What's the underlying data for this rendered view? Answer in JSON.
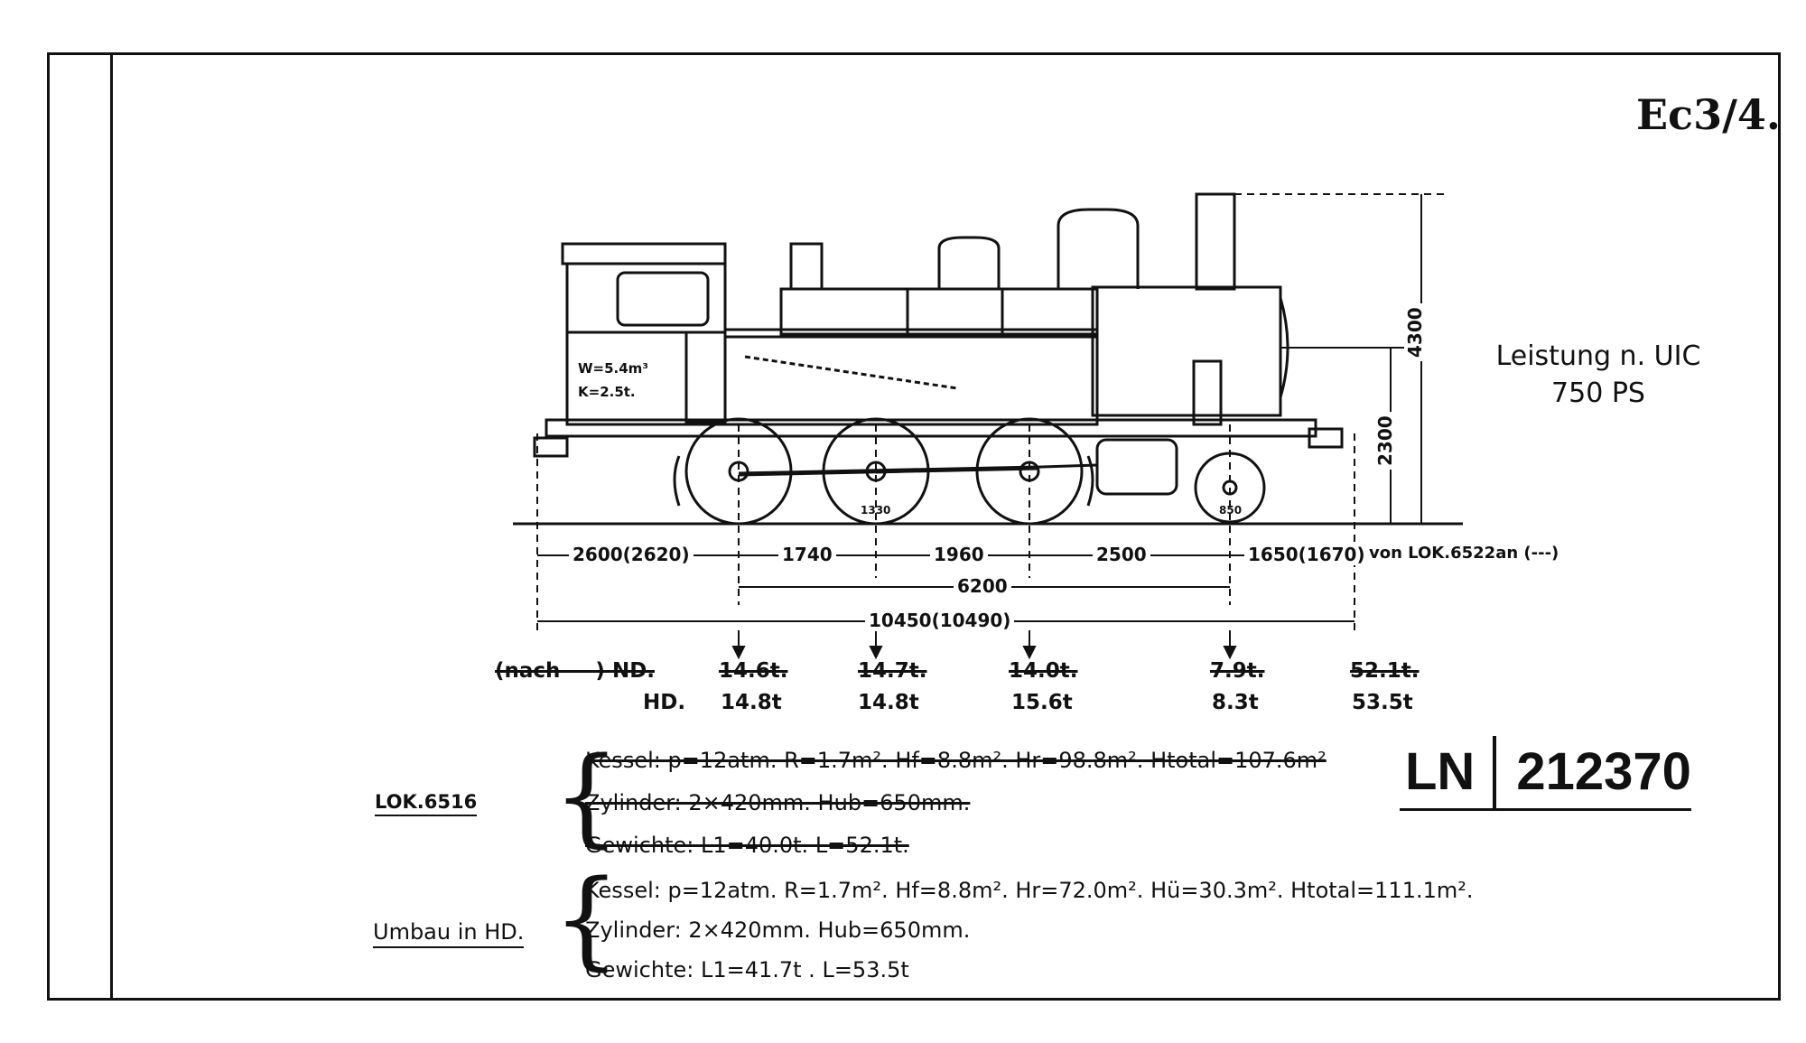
{
  "corner_code": "Ec3/4.",
  "performance": {
    "line1": "Leistung n. UIC",
    "line2": "750 PS"
  },
  "tank_label": {
    "water": "W=5.4m³",
    "coal": "K=2.5t."
  },
  "wheel_diameters": {
    "coupled": "1330",
    "trailing": "850"
  },
  "dimensions": {
    "overhang_front": "2600(2620)",
    "axle_1_2": "1740",
    "axle_2_3": "1960",
    "axle_3_4": "2500",
    "overhang_rear": "1650(1670)",
    "rear_note": "von LOK.6522an (---)",
    "wheelbase": "6200",
    "length_over_buffers": "10450(10490)",
    "height_total": "4300",
    "height_boiler": "2300"
  },
  "weights": {
    "old_label": "(nach — ) ND.",
    "old_values": [
      "14.6t.",
      "14.7t.",
      "14.0t.",
      "7.9t.",
      "52.1t."
    ],
    "new_label": "HD.",
    "new_values": [
      "14.8t",
      "14.8t",
      "15.6t",
      "8.3t",
      "53.5t"
    ]
  },
  "document_id": {
    "prefix": "LN",
    "number": "212370"
  },
  "old_spec": {
    "label": "LOK.6516",
    "lines": [
      "Kessel: p=12atm. R=1.7m². Hf=8.8m². Hr=98.8m². Htotal=107.6m²",
      "Zylinder: 2×420mm. Hub=650mm.",
      "Gewichte: L1=40.0t. L=52.1t."
    ]
  },
  "new_spec": {
    "label": "Umbau in HD.",
    "lines": [
      "Kessel: p=12atm. R=1.7m². Hf=8.8m². Hr=72.0m². Hü=30.3m². Htotal=111.1m².",
      "Zylinder: 2×420mm. Hub=650mm.",
      "Gewichte: L1=41.7t . L=53.5t"
    ]
  }
}
